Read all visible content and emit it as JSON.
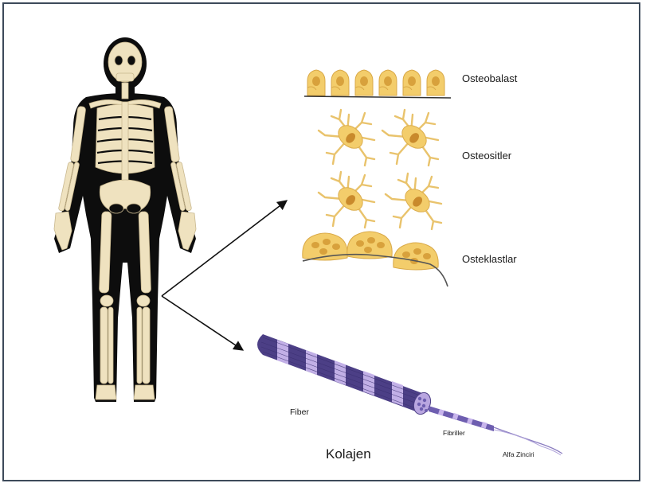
{
  "labels": {
    "osteoblast": "Osteobalast",
    "osteocytes": "Osteositler",
    "osteoclasts": "Osteklastlar",
    "fiber": "Fiber",
    "fibrils": "Fibriller",
    "alpha_chain": "Alfa Zinciri",
    "collagen": "Kolajen"
  },
  "colors": {
    "frame": "#3d4a5a",
    "body_silhouette": "#0d0d0d",
    "bone": "#efe2bf",
    "cell": "#f3cd6b",
    "nucleus": "#c98a2c",
    "collagen_dark": "#4c3f86",
    "collagen_light": "#c8b5ec",
    "arrow": "#111111"
  },
  "icons": [
    "human-skeleton-icon",
    "osteoblast-cell-icon",
    "osteocyte-cell-icon",
    "osteoclast-cell-icon",
    "collagen-fiber-icon"
  ]
}
